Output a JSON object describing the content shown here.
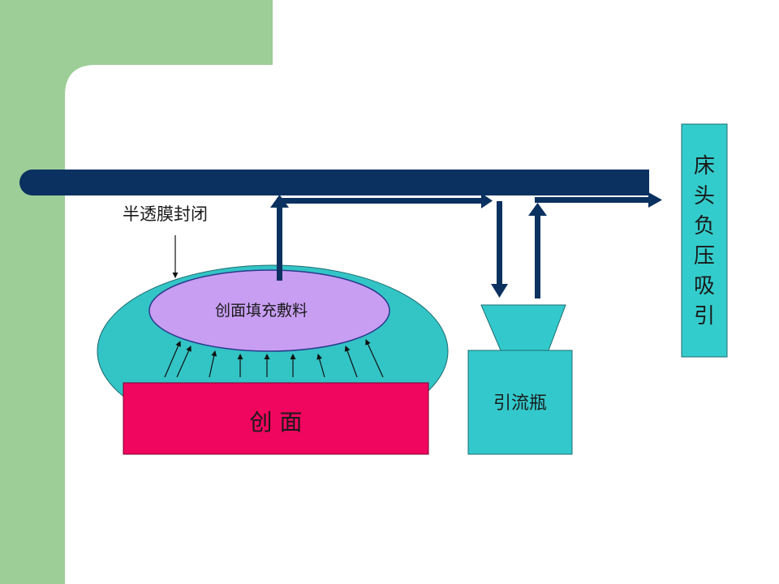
{
  "labels": {
    "membrane_seal": "半透膜封闭",
    "wound_filler": "创面填充敷料",
    "wound": "创 面",
    "drain_bottle": "引流瓶",
    "bedside_suction": [
      "床",
      "头",
      "负",
      "压",
      "吸",
      "引"
    ]
  },
  "colors": {
    "background": "#ffffff",
    "side_band": "#9dce98",
    "tube": "#0b3160",
    "membrane": "#33c4c6",
    "filler": "#c89ef2",
    "filler_border": "#2a3a8c",
    "wound": "#f0065e",
    "bottle": "#33c9cc",
    "suction_box": "#33cccc"
  }
}
